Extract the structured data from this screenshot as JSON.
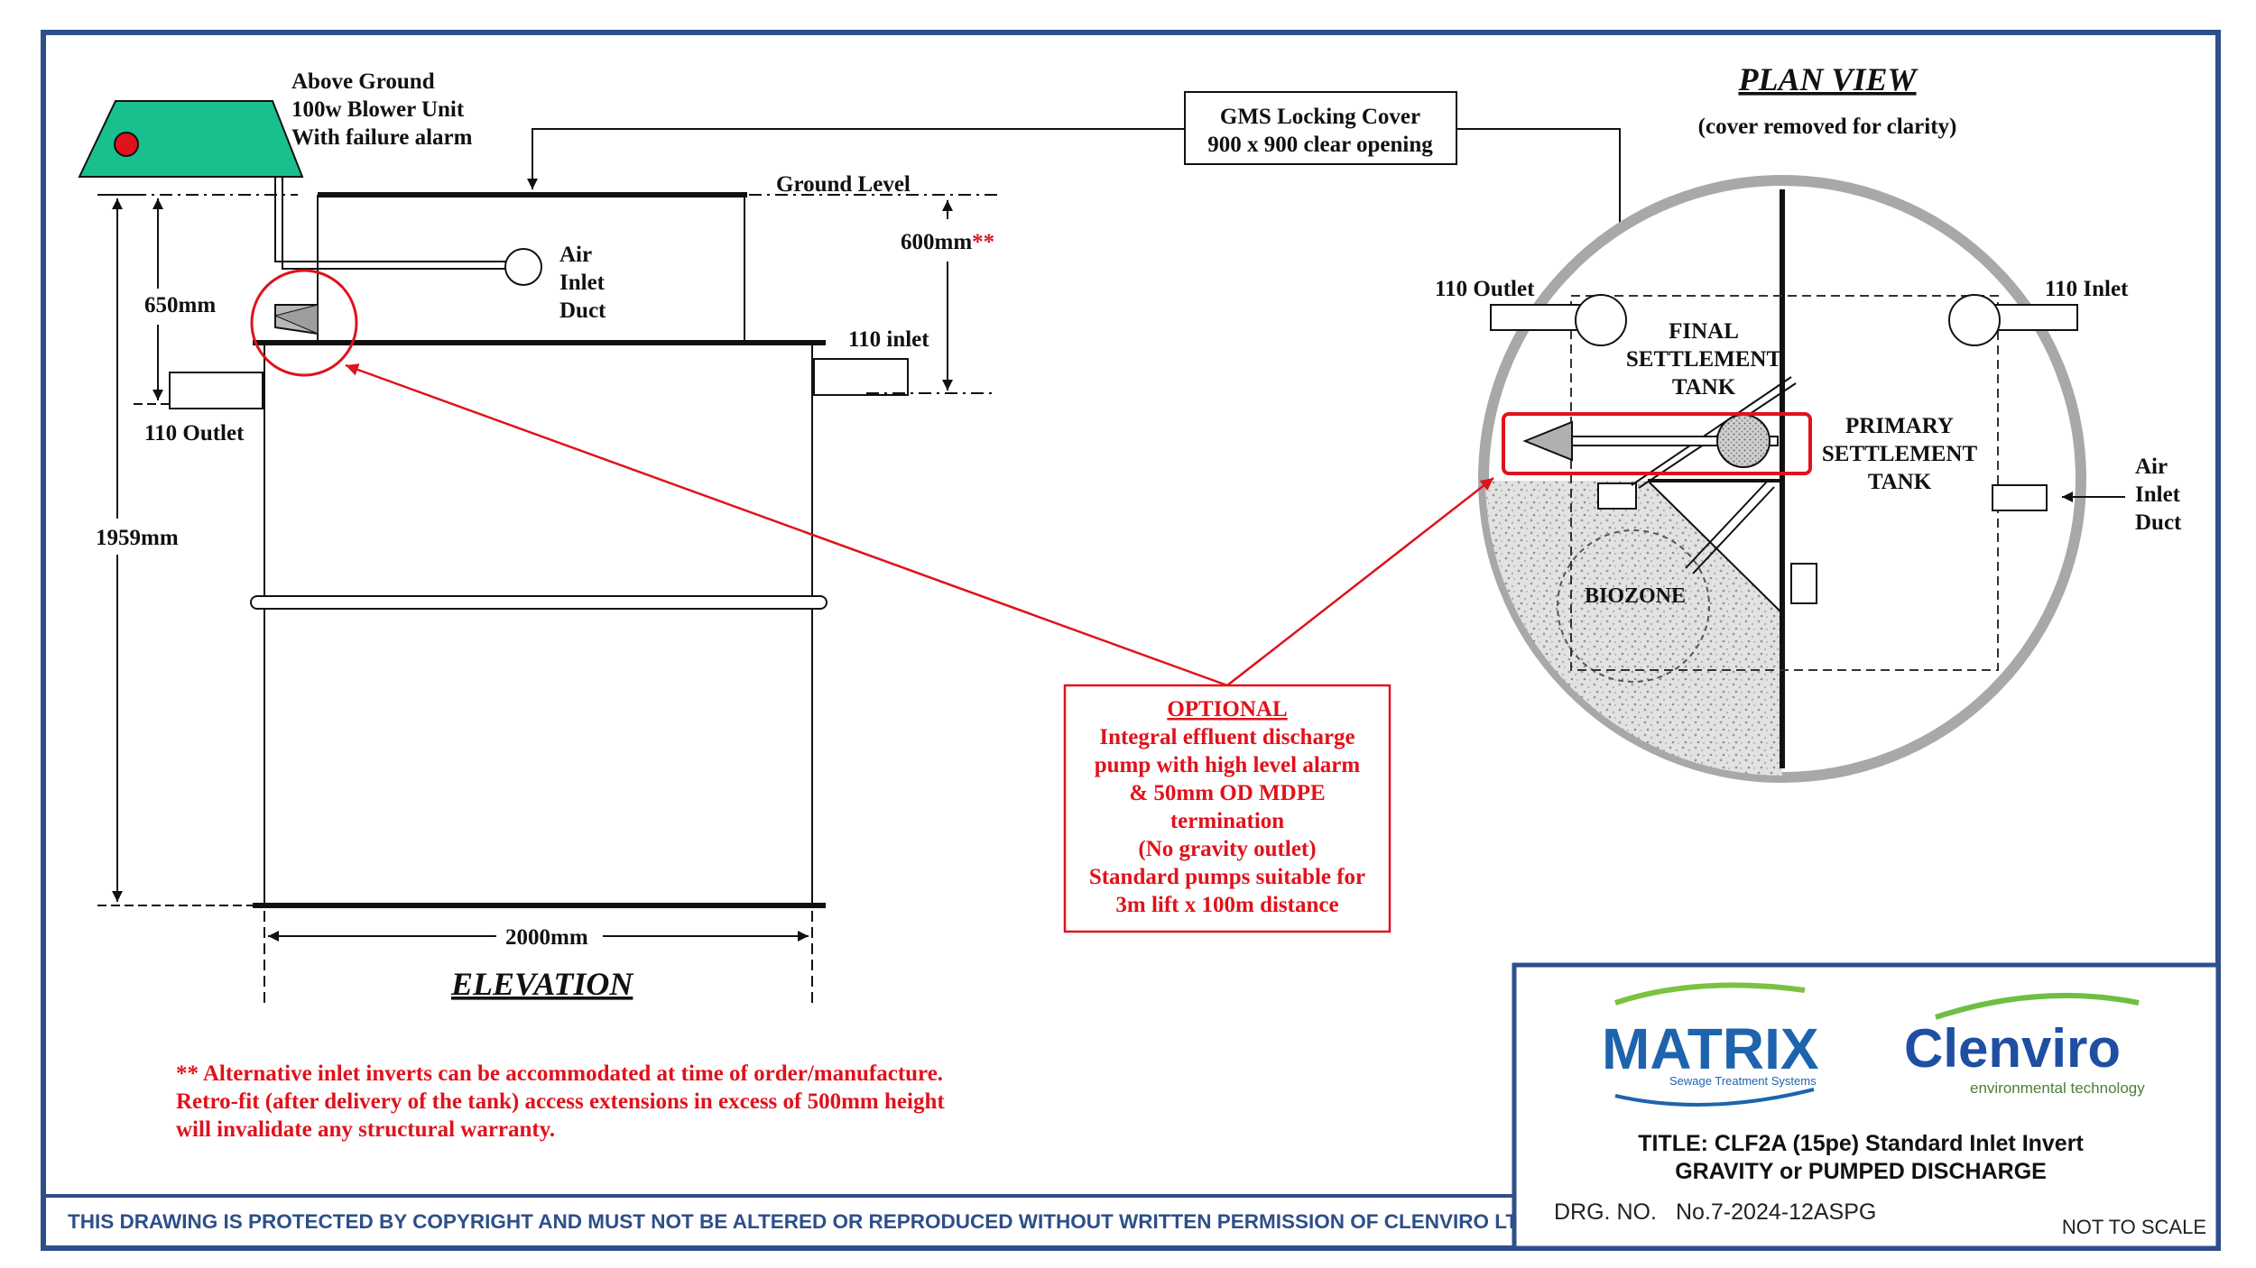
{
  "colors": {
    "frame_blue": "#2e4f8a",
    "annotation_red": "#e0121b",
    "blower_green": "#19c08e",
    "matrix_blue": "#1e63ad",
    "matrix_green": "#7cc142",
    "clenviro_blue": "#1e4fa2",
    "clenviro_green": "#6fbe44",
    "biozone_fill": "#d9d9d9",
    "plan_circle": "#a8a8a8"
  },
  "blower": {
    "line1": "Above Ground",
    "line2": "100w Blower Unit",
    "line3": "With failure alarm"
  },
  "cover": {
    "line1": "GMS Locking Cover",
    "line2": "900 x 900 clear opening"
  },
  "elevation": {
    "title": "ELEVATION",
    "ground_level": "Ground Level",
    "dim_600": "600mm",
    "dim_600_mark": "**",
    "dim_650": "650mm",
    "dim_1959": "1959mm",
    "dim_2000": "2000mm",
    "inlet": "110 inlet",
    "outlet": "110 Outlet",
    "air_inlet": [
      "Air",
      "Inlet",
      "Duct"
    ]
  },
  "plan": {
    "title": "PLAN VIEW",
    "subtitle": "(cover removed for clarity)",
    "outlet": "110 Outlet",
    "inlet": "110 Inlet",
    "final_tank": [
      "FINAL",
      "SETTLEMENT",
      "TANK"
    ],
    "primary_tank": [
      "PRIMARY",
      "SETTLEMENT",
      "TANK"
    ],
    "air_inlet": [
      "Air",
      "Inlet",
      "Duct"
    ],
    "biozone": "BIOZONE"
  },
  "optional_box": {
    "heading": "OPTIONAL",
    "lines": [
      "Integral effluent discharge",
      "pump with high level alarm",
      "& 50mm OD MDPE",
      "termination",
      "(No gravity outlet)",
      "Standard pumps suitable for",
      "3m lift x 100m distance"
    ]
  },
  "footnote": [
    "** Alternative inlet inverts can be accommodated at time of order/manufacture.",
    "Retro-fit (after delivery of the tank) access extensions in excess of 500mm height",
    "will invalidate any structural warranty."
  ],
  "copyright": "THIS DRAWING IS PROTECTED BY COPYRIGHT AND MUST NOT BE ALTERED OR REPRODUCED WITHOUT WRITTEN PERMISSION OF CLENVIRO LTD",
  "title_block": {
    "matrix_logo": "MATRIX",
    "matrix_tagline": "Sewage Treatment Systems",
    "clenviro_logo": "Clenviro",
    "clenviro_tagline": "environmental technology",
    "title_line1": "TITLE: CLF2A (15pe) Standard Inlet Invert",
    "title_line2": "GRAVITY or PUMPED DISCHARGE",
    "drg_label": "DRG. NO.",
    "drg_number": "No.7-2024-12ASPG",
    "scale": "NOT TO SCALE"
  }
}
